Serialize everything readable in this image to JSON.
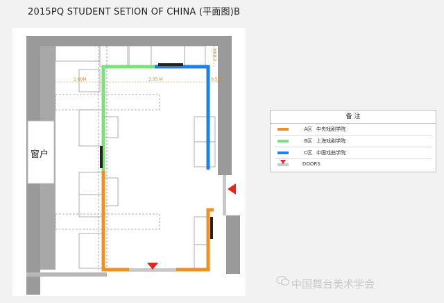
{
  "title": "2015PQ STUDENT SETION OF CHINA (平面图)B",
  "plan": {
    "window_label": "窗户",
    "dimensions": {
      "left": "1.60M",
      "middle": "3.35  M",
      "right": "0.55M",
      "vertical": "0.80M"
    }
  },
  "legend": {
    "heading": "备  注",
    "rows": [
      {
        "zone": "A区",
        "name": "中央戏剧学院",
        "color": "#f0901e"
      },
      {
        "zone": "B区",
        "name": "上海戏剧学院",
        "color": "#7ee07a"
      },
      {
        "zone": "C区",
        "name": "中国戏曲学院",
        "color": "#1e7fe8"
      },
      {
        "zone": "",
        "name": "DOORS",
        "color": "#c8c8c8",
        "marker": "red-triangle"
      }
    ]
  },
  "watermark": "中国舞台美术学会",
  "colors": {
    "zone_a": "#f0901e",
    "zone_b": "#7ee07a",
    "zone_c": "#1e7fe8",
    "door_marker": "#e8261e",
    "wall": "#9a9a9a"
  }
}
